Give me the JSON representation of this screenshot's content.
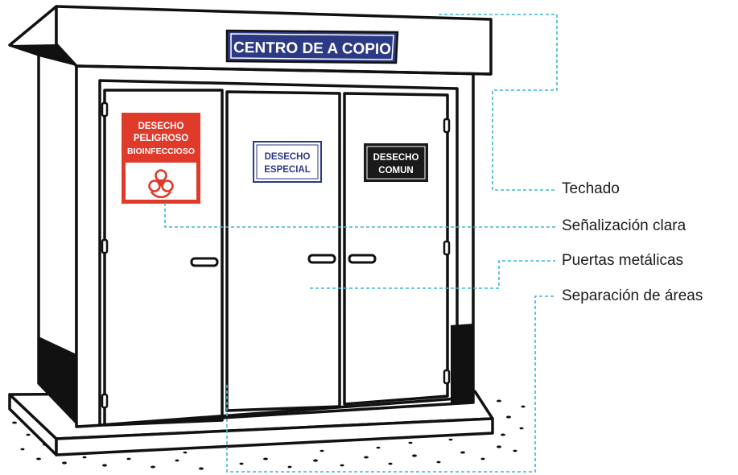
{
  "building": {
    "title": "CENTRO DE A COPIO"
  },
  "signs": {
    "biohazard": {
      "line1": "DESECHO",
      "line2": "PELIGROSO",
      "line3": "BIOINFECCIOSO"
    },
    "special": {
      "line1": "DESECHO",
      "line2": "ESPECIAL"
    },
    "common": {
      "line1": "DESECHO",
      "line2": "COMUN"
    }
  },
  "callouts": [
    {
      "label": "Techado"
    },
    {
      "label": "Señalización clara"
    },
    {
      "label": "Puertas metálicas"
    },
    {
      "label": "Separación de áreas"
    }
  ],
  "colors": {
    "outline": "#111111",
    "title_bg": "#2c3a86",
    "biohazard_red": "#e03a2b",
    "special_blue": "#2c3a86",
    "common_bg": "#1a1a1a",
    "dashed_line": "#3ab6d3",
    "base_black": "#111111"
  }
}
